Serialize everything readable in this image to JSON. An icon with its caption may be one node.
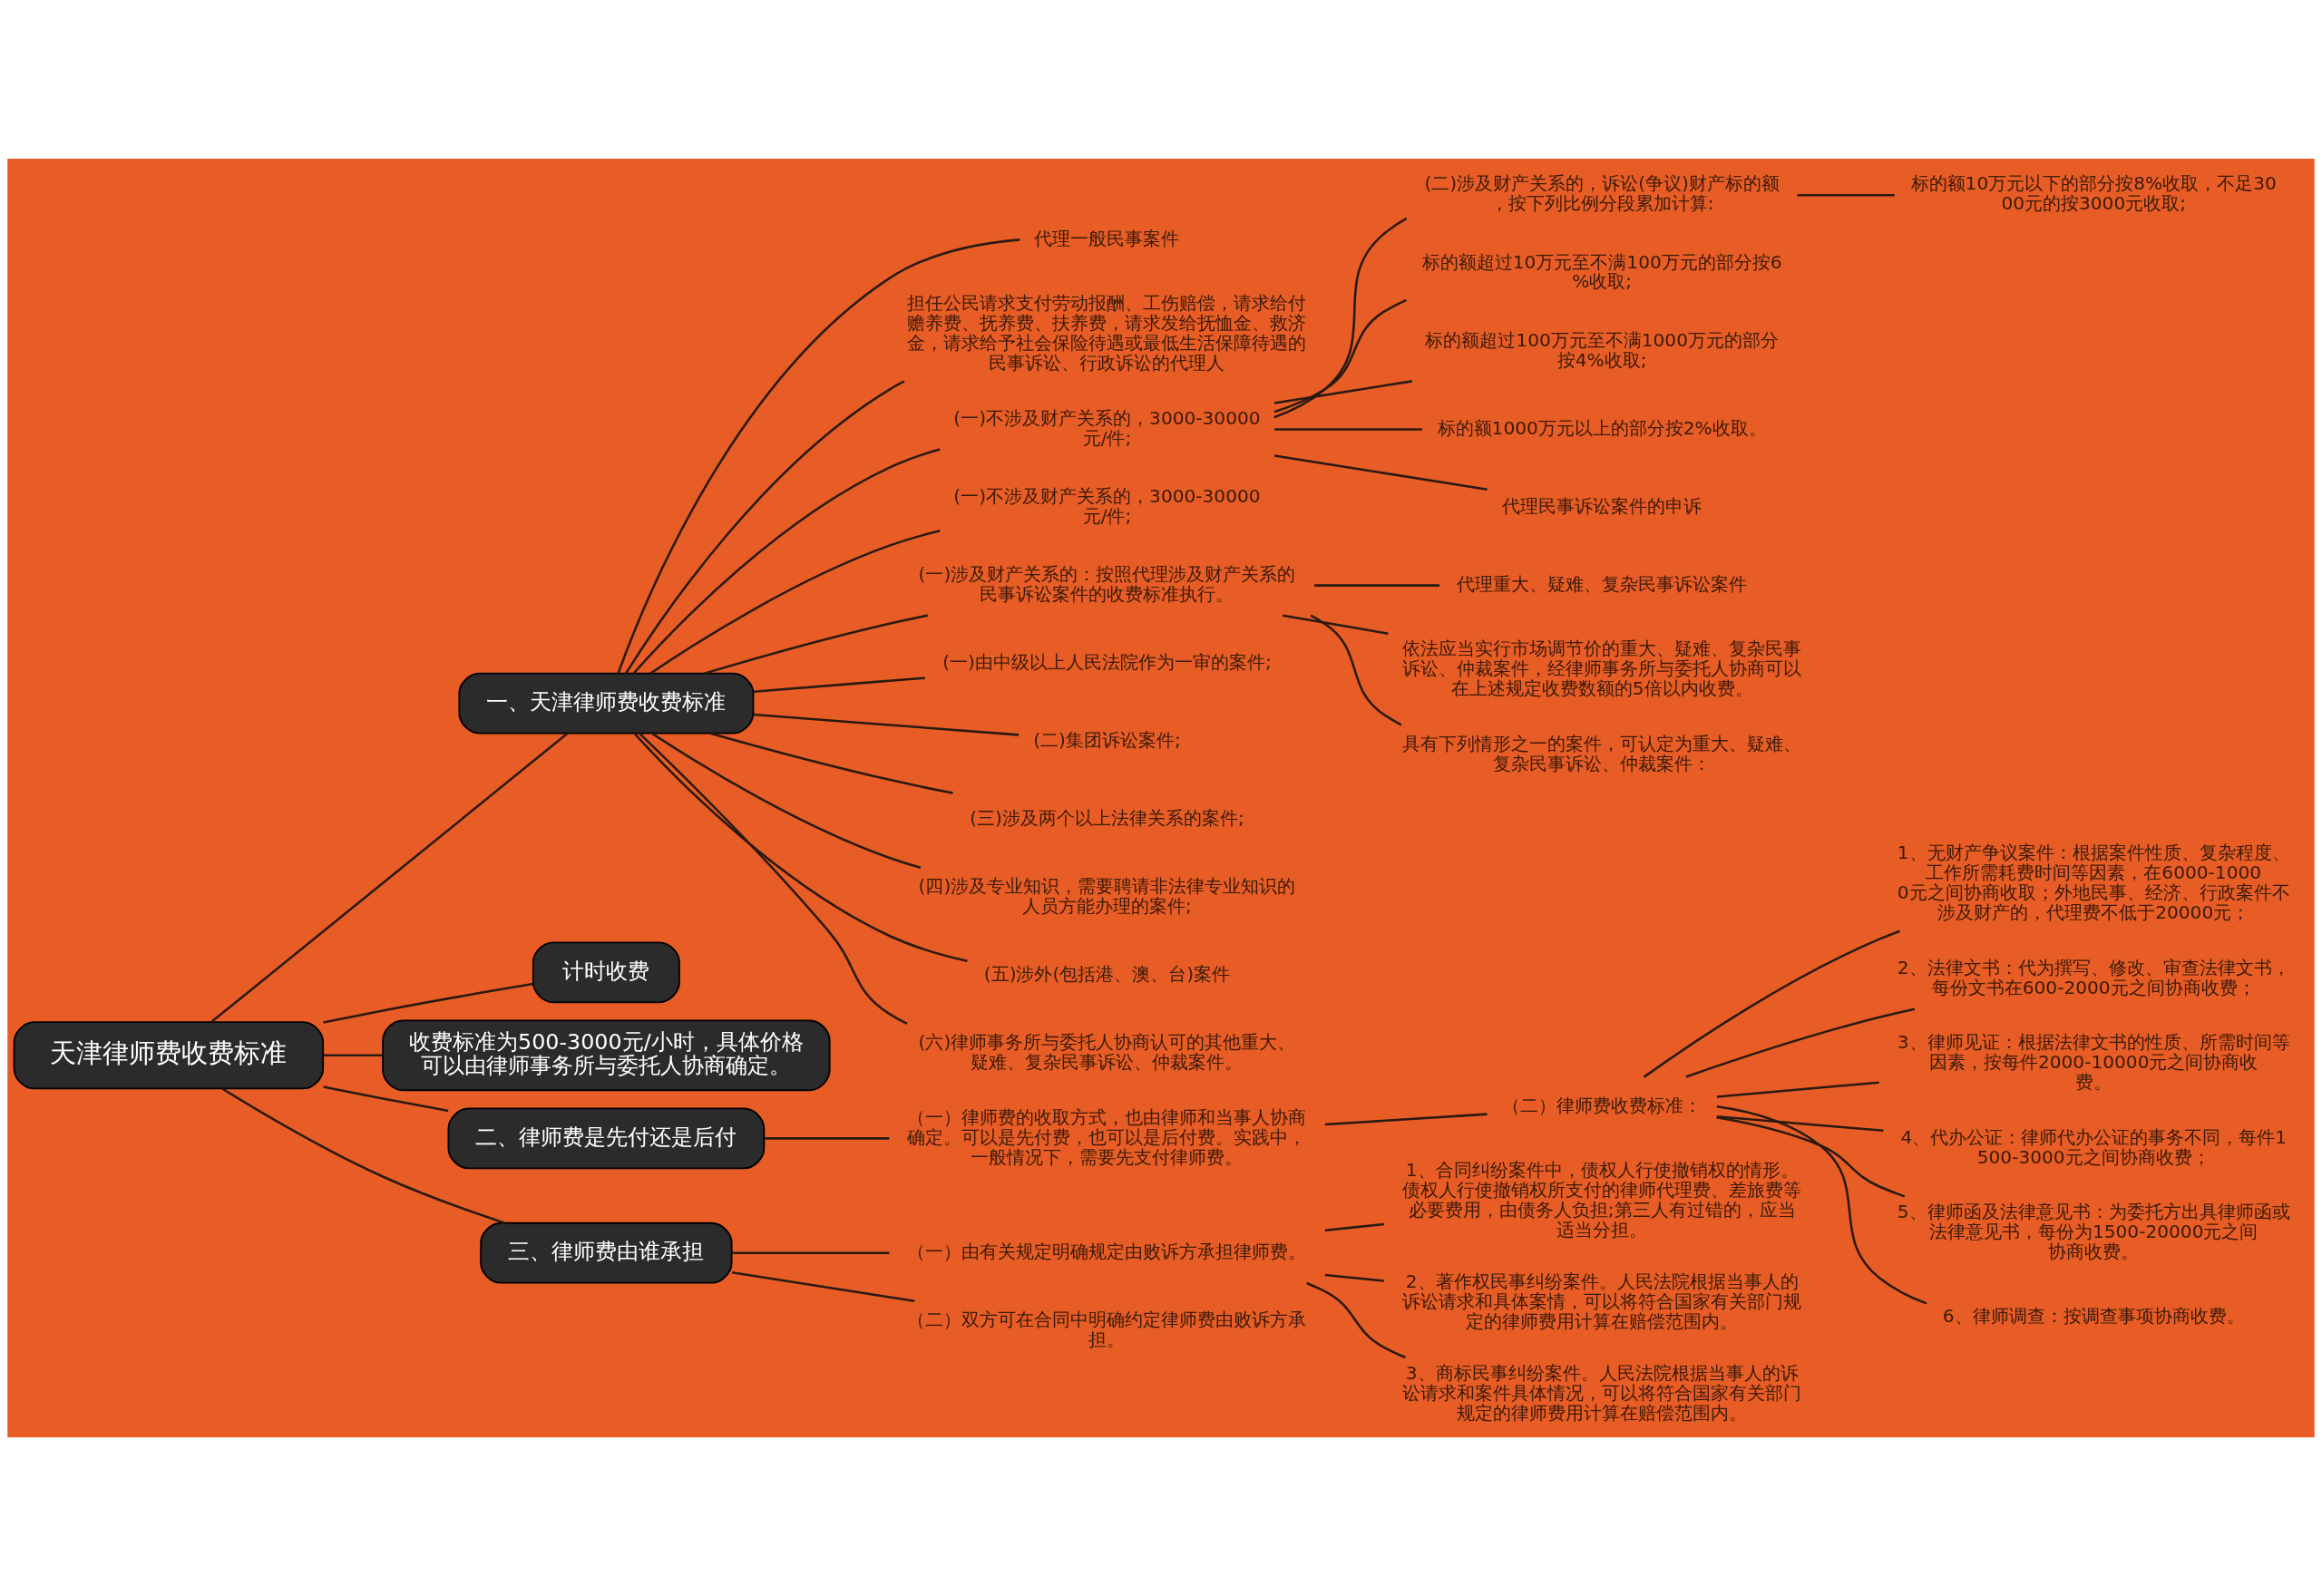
{
  "diagram": {
    "nodes": [
      {
        "text": [
          "天津律师费收费标准"
        ]
      },
      {
        "text": [
          "一、天津律师费收费标准"
        ]
      },
      {
        "text": [
          "代理一般民事案件"
        ]
      },
      {
        "text": [
          "担任公民请求支付劳动报酬、工伤赔偿，请求给付赡养费、抚养费、扶养费，请求发给抚恤金、救济金，请求给予社会保险待遇或最低生活保障待遇的民事诉讼、行政诉讼的代理人"
        ]
      },
      {
        "text": [
          "(一)不涉及财产关系的，3000-30000元/件;"
        ]
      },
      {
        "text": [
          "(二)涉及财产关系的，诉讼(争议)财产标的额，按下列比例分段累加计算:"
        ]
      },
      {
        "text": [
          "标的额10万元以下的部分按8%收取，不足3000元的按3000元收取;"
        ]
      },
      {
        "text": [
          "标的额超过10万元至不满100万元的部分按6%收取;"
        ]
      },
      {
        "text": [
          "标的额超过100万元至不满1000万元的部分按4%收取;"
        ]
      },
      {
        "text": [
          "标的额1000万元以上的部分按2%收取。"
        ]
      },
      {
        "text": [
          "代理民事诉讼案件的申诉"
        ]
      },
      {
        "text": [
          "(一)不涉及财产关系的，3000-30000元/件;"
        ]
      },
      {
        "text": [
          "(一)涉及财产关系的：按照代理涉及财产关系的民事诉讼案件的收费标准执行。"
        ]
      },
      {
        "text": [
          "代理重大、疑难、复杂民事诉讼案件"
        ]
      },
      {
        "text": [
          "依法应当实行市场调节价的重大、疑难、复杂民事诉讼、仲裁案件，经律师事务所与委托人协商可以在上述规定收费数额的5倍以内收费。"
        ]
      },
      {
        "text": [
          "具有下列情形之一的案件，可认定为重大、疑难、复杂民事诉讼、仲裁案件："
        ]
      },
      {
        "text": [
          "(一)由中级以上人民法院作为一审的案件;"
        ]
      },
      {
        "text": [
          "(二)集团诉讼案件;"
        ]
      },
      {
        "text": [
          "(三)涉及两个以上法律关系的案件;"
        ]
      },
      {
        "text": [
          "(四)涉及专业知识，需要聘请非法律专业知识的人员方能办理的案件;"
        ]
      },
      {
        "text": [
          "(五)涉外(包括港、澳、台)案件"
        ]
      },
      {
        "text": [
          "(六)律师事务所与委托人协商认可的其他重大、疑难、复杂民事诉讼、仲裁案件。"
        ]
      },
      {
        "text": [
          "计时收费"
        ]
      },
      {
        "text": [
          "收费标准为500-3000元/小时，具体价格可以由律师事务所与委托人协商确定。"
        ]
      },
      {
        "text": [
          "二、律师费是先付还是后付"
        ]
      },
      {
        "text": [
          "（一）律师费的收取方式，也由律师和当事人协商确定。可以是先付费，也可以是后付费。实践中，一般情况下，需要先支付律师费。"
        ]
      },
      {
        "text": [
          "（二）律师费收费标准："
        ]
      },
      {
        "text": [
          "1、无财产争议案件：根据案件性质、复杂程度、工作所需耗费时间等因素，在6000-10000元之间协商收取；外地民事、经济、行政案件不涉及财产的，代理费不低于20000元；"
        ]
      },
      {
        "text": [
          "2、法律文书：代为撰写、修改、审查法律文书，每份文书在600-2000元之间协商收费；"
        ]
      },
      {
        "text": [
          "3、律师见证：根据法律文书的性质、所需时间等因素，按每件2000-10000元之间协商收费。"
        ]
      },
      {
        "text": [
          "4、代办公证：律师代办公证的事务不同，每件1500-3000元之间协商收费；"
        ]
      },
      {
        "text": [
          "5、律师函及法律意见书：为委托方出具律师函或法律意见书，每份为1500-20000元之间协商收费。"
        ]
      },
      {
        "text": [
          "6、律师调查：按调查事项协商收费。"
        ]
      },
      {
        "text": [
          "三、律师费由谁承担"
        ]
      },
      {
        "text": [
          "（一）由有关规定明确规定由败诉方承担律师费。"
        ]
      },
      {
        "text": [
          "1、合同纠纷案件中，债权人行使撤销权的情形。债权人行使撤销权所支付的律师代理费、差旅费等必要费用，由债务人负担;第三人有过错的，应当适当分担。"
        ]
      },
      {
        "text": [
          "2、著作权民事纠纷案件。人民法院根据当事人的诉讼请求和具体案情，可以将符合国家有关部门规定的律师费用计算在赔偿范围内。"
        ]
      },
      {
        "text": [
          "3、商标民事纠纷案件。人民法院根据当事人的诉讼请求和案件具体情况，可以将符合国家有关部门规定的律师费用计算在赔偿范围内。"
        ]
      },
      {
        "text": [
          "（二）双方可在合同中明确约定律师费由败诉方承担。"
        ]
      }
    ],
    "edges": [
      {
        "from": 0,
        "to": 1,
        "arrow": "none"
      },
      {
        "from": 1,
        "to": 2,
        "arrow": "none"
      },
      {
        "from": 1,
        "to": 3,
        "arrow": "none"
      },
      {
        "from": 1,
        "to": 4,
        "arrow": "none"
      },
      {
        "from": 4,
        "to": 5,
        "arrow": "none"
      },
      {
        "from": 5,
        "to": 6,
        "arrow": "none"
      },
      {
        "from": 4,
        "to": 7,
        "arrow": "none"
      },
      {
        "from": 4,
        "to": 8,
        "arrow": "none"
      },
      {
        "from": 4,
        "to": 9,
        "arrow": "none"
      },
      {
        "from": 4,
        "to": 10,
        "arrow": "none"
      },
      {
        "from": 1,
        "to": 11,
        "arrow": "none"
      },
      {
        "from": 1,
        "to": 12,
        "arrow": "none"
      },
      {
        "from": 12,
        "to": 13,
        "arrow": "none"
      },
      {
        "from": 12,
        "to": 14,
        "arrow": "none"
      },
      {
        "from": 12,
        "to": 15,
        "arrow": "none"
      },
      {
        "from": 1,
        "to": 16,
        "arrow": "none"
      },
      {
        "from": 1,
        "to": 17,
        "arrow": "none"
      },
      {
        "from": 1,
        "to": 18,
        "arrow": "none"
      },
      {
        "from": 1,
        "to": 19,
        "arrow": "none"
      },
      {
        "from": 1,
        "to": 20,
        "arrow": "none"
      },
      {
        "from": 1,
        "to": 21,
        "arrow": "none"
      },
      {
        "from": 0,
        "to": 22,
        "arrow": "none"
      },
      {
        "from": 0,
        "to": 23,
        "arrow": "none"
      },
      {
        "from": 0,
        "to": 24,
        "arrow": "none"
      },
      {
        "from": 24,
        "to": 25,
        "arrow": "none"
      },
      {
        "from": 25,
        "to": 26,
        "arrow": "none"
      },
      {
        "from": 26,
        "to": 27,
        "arrow": "none"
      },
      {
        "from": 26,
        "to": 28,
        "arrow": "none"
      },
      {
        "from": 26,
        "to": 29,
        "arrow": "none"
      },
      {
        "from": 26,
        "to": 30,
        "arrow": "none"
      },
      {
        "from": 26,
        "to": 31,
        "arrow": "none"
      },
      {
        "from": 26,
        "to": 32,
        "arrow": "none"
      },
      {
        "from": 0,
        "to": 33,
        "arrow": "none"
      },
      {
        "from": 33,
        "to": 34,
        "arrow": "none"
      },
      {
        "from": 34,
        "to": 35,
        "arrow": "none"
      },
      {
        "from": 34,
        "to": 36,
        "arrow": "none"
      },
      {
        "from": 34,
        "to": 37,
        "arrow": "none"
      },
      {
        "from": 33,
        "to": 38,
        "arrow": "none"
      }
    ]
  }
}
